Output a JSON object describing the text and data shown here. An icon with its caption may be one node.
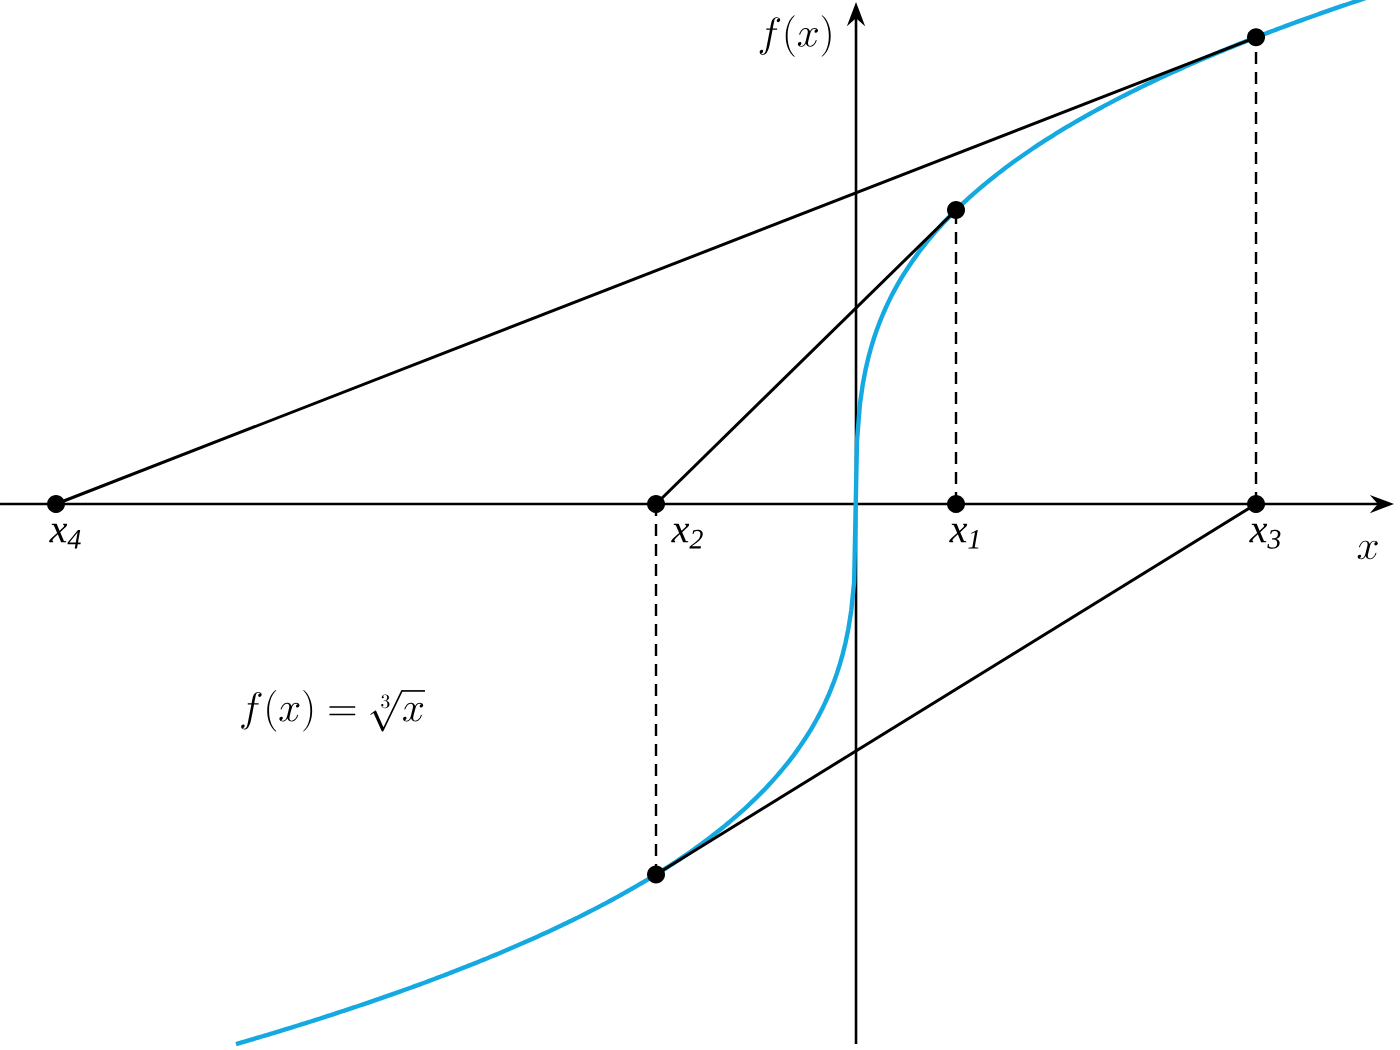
{
  "diagram": {
    "nodes": [
      {
        "text": [
          "x$_{4}$"
        ]
      },
      {
        "text": [
          "x$_{2}$"
        ]
      },
      {
        "text": [
          "x$_{1}$"
        ]
      },
      {
        "text": [
          "x$_{3}$"
        ]
      },
      {
        "text": [],
        "shape": "circle"
      },
      {
        "text": [],
        "shape": "circle"
      },
      {
        "text": [],
        "shape": "circle"
      }
    ],
    "edges": [
      {
        "from": 2,
        "to": 4,
        "arrow": "none",
        "style": "dashed"
      },
      {
        "from": 4,
        "to": 1,
        "arrow": "none"
      },
      {
        "from": 1,
        "to": 6,
        "arrow": "none",
        "style": "dashed"
      },
      {
        "from": 6,
        "to": 3,
        "arrow": "none"
      },
      {
        "from": 3,
        "to": 5,
        "arrow": "none",
        "style": "dashed"
      },
      {
        "from": 5,
        "to": 0,
        "arrow": "none"
      }
    ],
    "labels": [
      "f(x)",
      "x",
      "f(x) = \\sqrt[3]{x}"
    ]
  }
}
